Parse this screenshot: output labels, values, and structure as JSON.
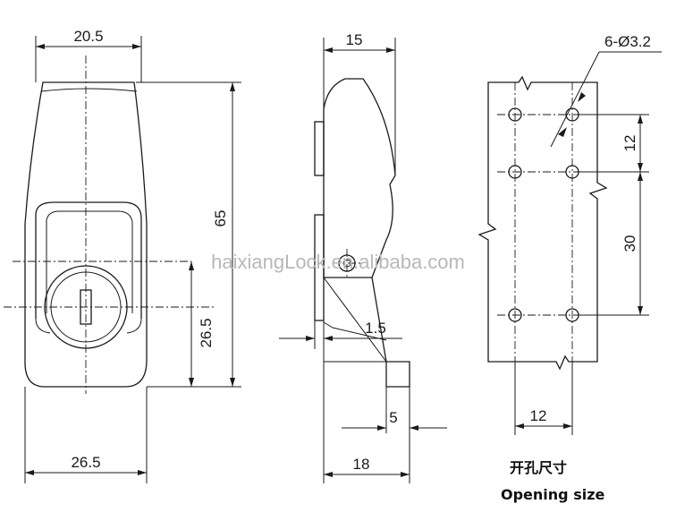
{
  "watermark": "haixiangLock.en.alibaba.com",
  "front_view": {
    "top_width": "20.5",
    "height": "65",
    "key_center_height": "26.5",
    "bottom_width": "26.5"
  },
  "side_view": {
    "top_depth": "15",
    "flange": "1.5",
    "tab": "5",
    "total_depth": "18"
  },
  "hole_pattern": {
    "holes": "6-Ø3.2",
    "vertical_pitch_top": "12",
    "vertical_pitch_main": "30",
    "horizontal_pitch": "12"
  },
  "caption": {
    "cn": "开孔尺寸",
    "en": "Opening size"
  }
}
